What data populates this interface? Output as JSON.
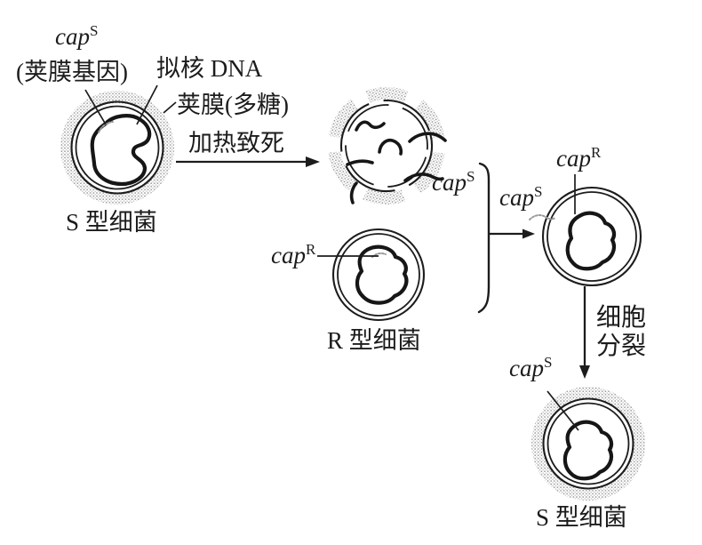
{
  "colors": {
    "ink": "#1c1c1c",
    "stipple": "#a0a0a0",
    "background": "#ffffff"
  },
  "cells": {
    "s_original": {
      "caption": "S 型细菌"
    },
    "r_type": {
      "caption": "R 型细菌"
    },
    "s_result": {
      "caption": "S 型细菌"
    }
  },
  "labels": {
    "cap_s_top": {
      "gene": "cap",
      "allele": "S"
    },
    "capsule_gene": "(荚膜基因)",
    "nucleoid_dna": "拟核 DNA",
    "capsule_polysaccharide": "荚膜(多糖)",
    "heat_kill": "加热致死",
    "cap_s_fragment": {
      "gene": "cap",
      "allele": "S"
    },
    "cap_r_rcell": {
      "gene": "cap",
      "allele": "R"
    },
    "cap_s_uptake": {
      "gene": "cap",
      "allele": "S"
    },
    "cap_r_transformed": {
      "gene": "cap",
      "allele": "R"
    },
    "cell_division_line1": "细胞",
    "cell_division_line2": "分裂",
    "cap_s_result": {
      "gene": "cap",
      "allele": "S"
    }
  }
}
